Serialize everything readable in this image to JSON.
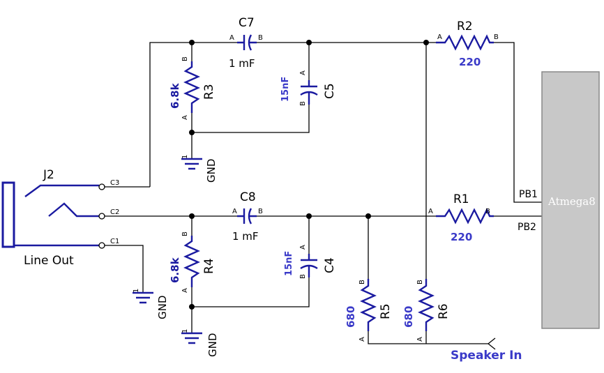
{
  "components": {
    "C7": {
      "ref": "C7",
      "value": "1 mF",
      "pin_a": "A",
      "pin_b": "B"
    },
    "C8": {
      "ref": "C8",
      "value": "1 mF",
      "pin_a": "A",
      "pin_b": "B"
    },
    "C5": {
      "ref": "C5",
      "value": "15nF",
      "pin_a": "A",
      "pin_b": "B"
    },
    "C4": {
      "ref": "C4",
      "value": "15nF",
      "pin_a": "A",
      "pin_b": "B"
    },
    "R1": {
      "ref": "R1",
      "value": "220",
      "pin_a": "A",
      "pin_b": "B"
    },
    "R2": {
      "ref": "R2",
      "value": "220",
      "pin_a": "A",
      "pin_b": "B"
    },
    "R3": {
      "ref": "R3",
      "value": "6.8k",
      "pin_a": "A",
      "pin_b": "B"
    },
    "R4": {
      "ref": "R4",
      "value": "6.8k",
      "pin_a": "A",
      "pin_b": "B"
    },
    "R5": {
      "ref": "R5",
      "value": "680",
      "pin_a": "A",
      "pin_b": "B"
    },
    "R6": {
      "ref": "R6",
      "value": "680",
      "pin_a": "A",
      "pin_b": "B"
    },
    "J2": {
      "ref": "J2",
      "label": "Line Out",
      "pins": [
        "C3",
        "C2",
        "C1"
      ]
    },
    "mcu": {
      "label": "Atmega8",
      "pins": [
        "PB1",
        "PB2"
      ]
    }
  },
  "ground": {
    "label": "GND",
    "pin": "1"
  },
  "net_labels": {
    "speaker_in": "Speaker In"
  },
  "colors": {
    "wire": "#000000",
    "component": "#1a1aa0",
    "value_text": "#3a3ac8",
    "chip_fill": "#c8c8c8"
  }
}
